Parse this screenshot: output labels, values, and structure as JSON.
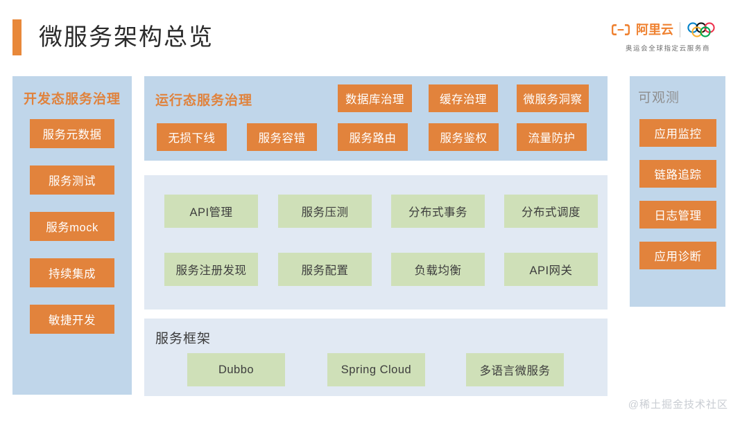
{
  "header": {
    "title": "微服务架构总览",
    "logo": {
      "wordmark": "阿里云",
      "tagline": "奥运会全球指定云服务商",
      "mark_icon": "aliyun-logo-icon",
      "rings_icon": "olympic-rings-icon"
    }
  },
  "colors": {
    "accent_orange": "#e8883a",
    "chip_orange": "#e2833c",
    "chip_green": "#cfe0b8",
    "panel_blue": "#c0d6ea",
    "panel_pale": "#e1e9f3",
    "title_orange": "#e0823c",
    "title_grey": "#8e8e8e"
  },
  "dev_panel": {
    "title": "开发态服务治理",
    "items": [
      {
        "label": "服务元数据"
      },
      {
        "label": "服务测试"
      },
      {
        "label": "服务mock"
      },
      {
        "label": "持续集成"
      },
      {
        "label": "敏捷开发"
      }
    ]
  },
  "runtime_panel": {
    "title": "运行态服务治理",
    "row_top": [
      {
        "label": "数据库治理"
      },
      {
        "label": "缓存治理"
      },
      {
        "label": "微服务洞察"
      }
    ],
    "row_bottom": [
      {
        "label": "无损下线"
      },
      {
        "label": "服务容错"
      },
      {
        "label": "服务路由"
      },
      {
        "label": "服务鉴权"
      },
      {
        "label": "流量防护"
      }
    ]
  },
  "capability_panel": {
    "row_top": [
      {
        "label": "API管理"
      },
      {
        "label": "服务压测"
      },
      {
        "label": "分布式事务"
      },
      {
        "label": "分布式调度"
      }
    ],
    "row_bottom": [
      {
        "label": "服务注册发现"
      },
      {
        "label": "服务配置"
      },
      {
        "label": "负载均衡"
      },
      {
        "label": "API网关"
      }
    ]
  },
  "framework_panel": {
    "title": "服务框架",
    "items": [
      {
        "label": "Dubbo"
      },
      {
        "label": "Spring Cloud"
      },
      {
        "label": "多语言微服务"
      }
    ]
  },
  "observability_panel": {
    "title": "可观测",
    "items": [
      {
        "label": "应用监控"
      },
      {
        "label": "链路追踪"
      },
      {
        "label": "日志管理"
      },
      {
        "label": "应用诊断"
      }
    ]
  },
  "watermark": "@稀土掘金技术社区"
}
